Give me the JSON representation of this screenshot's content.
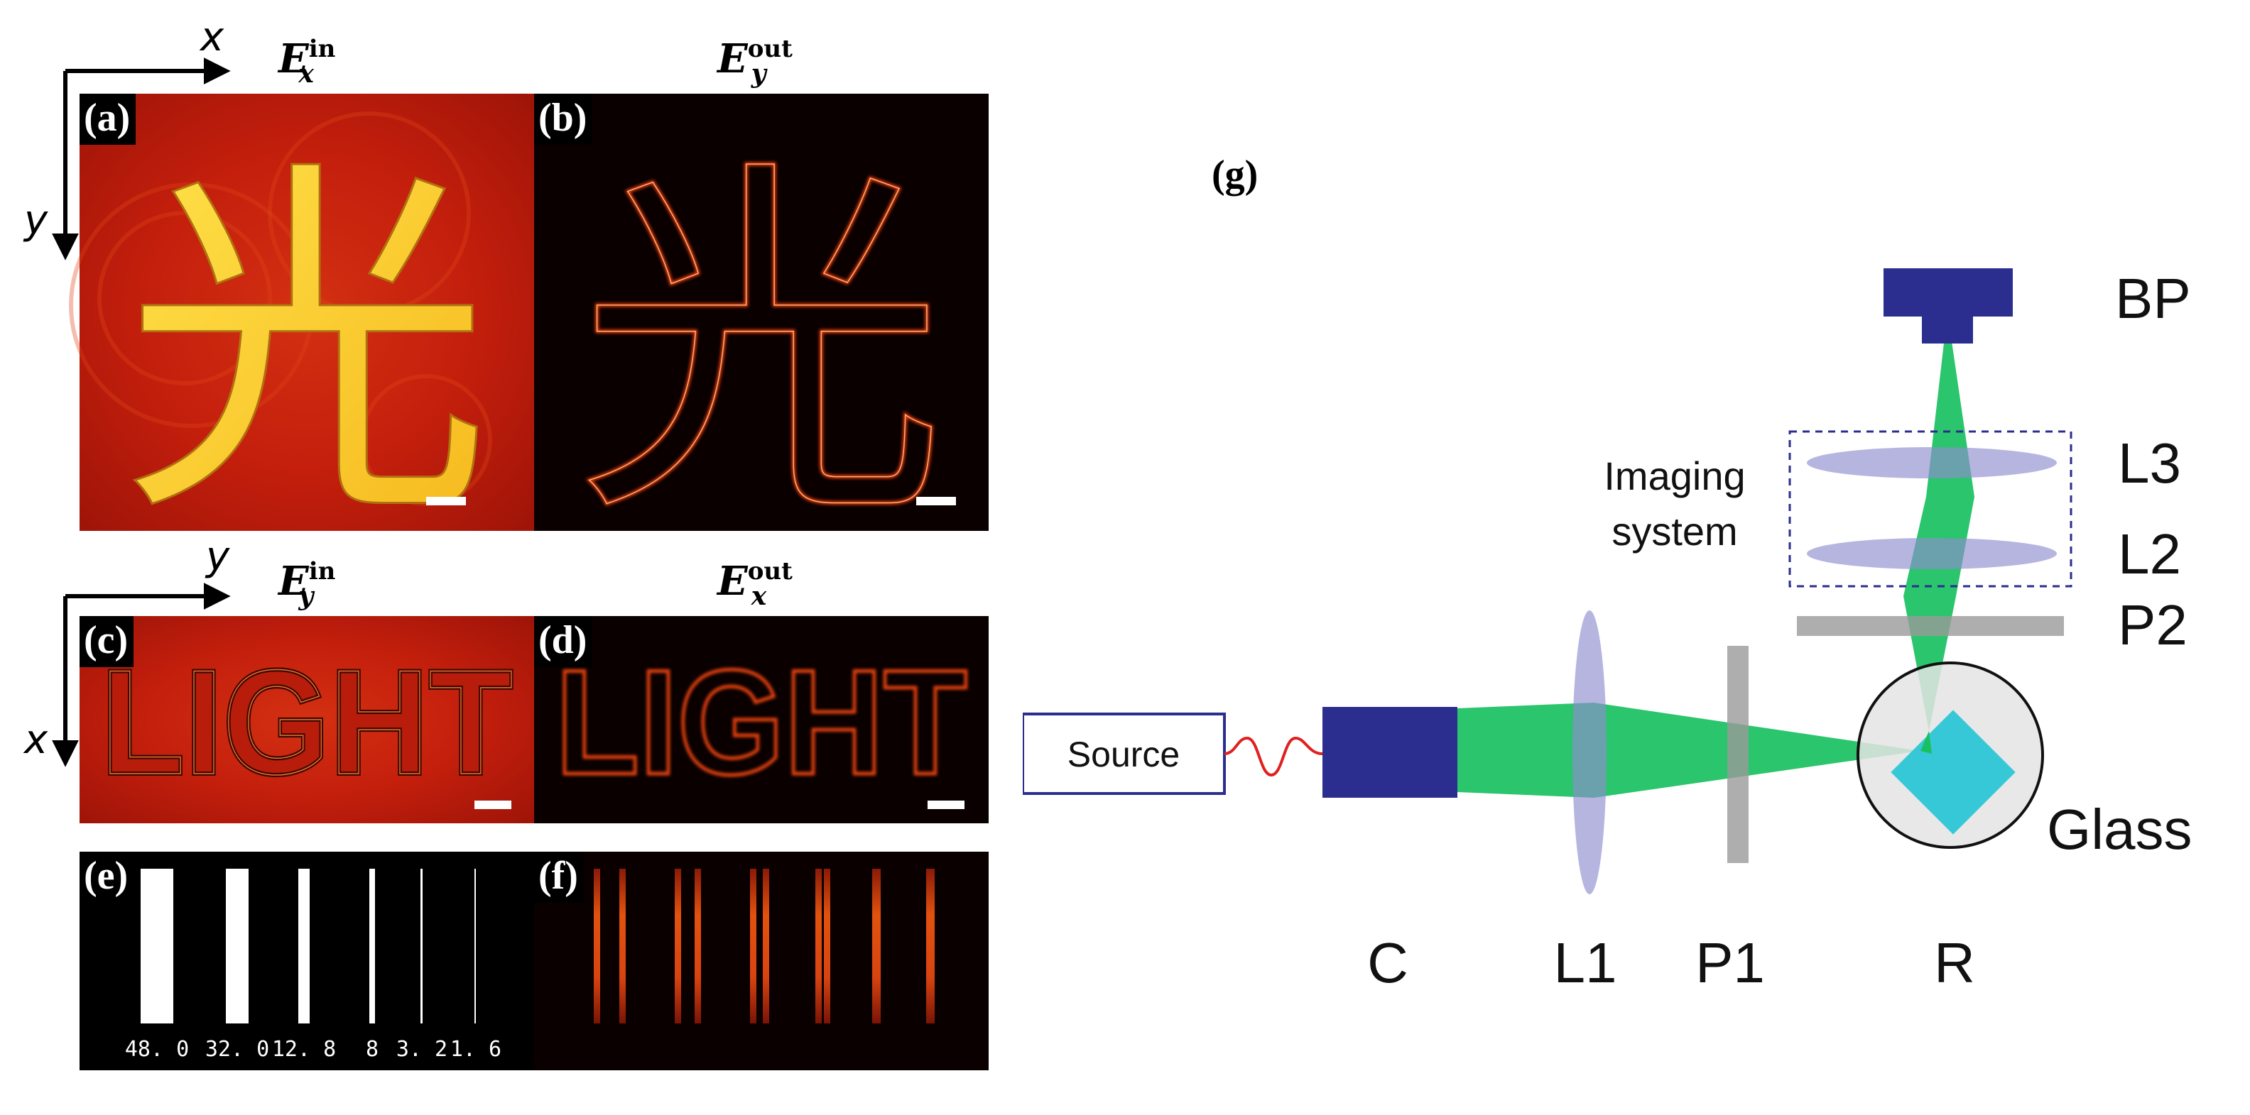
{
  "panels": {
    "a": {
      "label": "(a)",
      "field_symbol": "E",
      "field_sup": "in",
      "field_sub": "x",
      "content": "光"
    },
    "b": {
      "label": "(b)",
      "field_symbol": "E",
      "field_sup": "out",
      "field_sub": "y",
      "content": "光"
    },
    "c": {
      "label": "(c)",
      "field_symbol": "E",
      "field_sup": "in",
      "field_sub": "y",
      "content": "LIGHT"
    },
    "d": {
      "label": "(d)",
      "field_symbol": "E",
      "field_sup": "out",
      "field_sub": "x",
      "content": "LIGHT"
    },
    "e": {
      "label": "(e)",
      "bar_labels": [
        "48. 0",
        "32. 0",
        "12. 8",
        "8",
        "3. 2",
        "1. 6"
      ]
    },
    "f": {
      "label": "(f)"
    },
    "g": {
      "label": "(g)"
    }
  },
  "axes": {
    "top_horizontal": "x",
    "top_vertical": "y",
    "mid_horizontal": "y",
    "mid_vertical": "x"
  },
  "diagram": {
    "source_label": "Source",
    "imaging_label_line1": "Imaging",
    "imaging_label_line2": "system",
    "components": {
      "C": "C",
      "L1": "L1",
      "P1": "P1",
      "R": "R",
      "BP": "BP",
      "L3": "L3",
      "L2": "L2",
      "P2": "P2",
      "Glass": "Glass"
    },
    "colors": {
      "beam": "#18c060",
      "collimator": "#2b2e8f",
      "lens": "#8e8ed0",
      "polarizer": "#9a9a9a",
      "glass_fill": "#e4e4e4",
      "glass_cube": "#37c8d8",
      "fiber": "#e02020",
      "dash_box": "#2b2e8f"
    }
  }
}
